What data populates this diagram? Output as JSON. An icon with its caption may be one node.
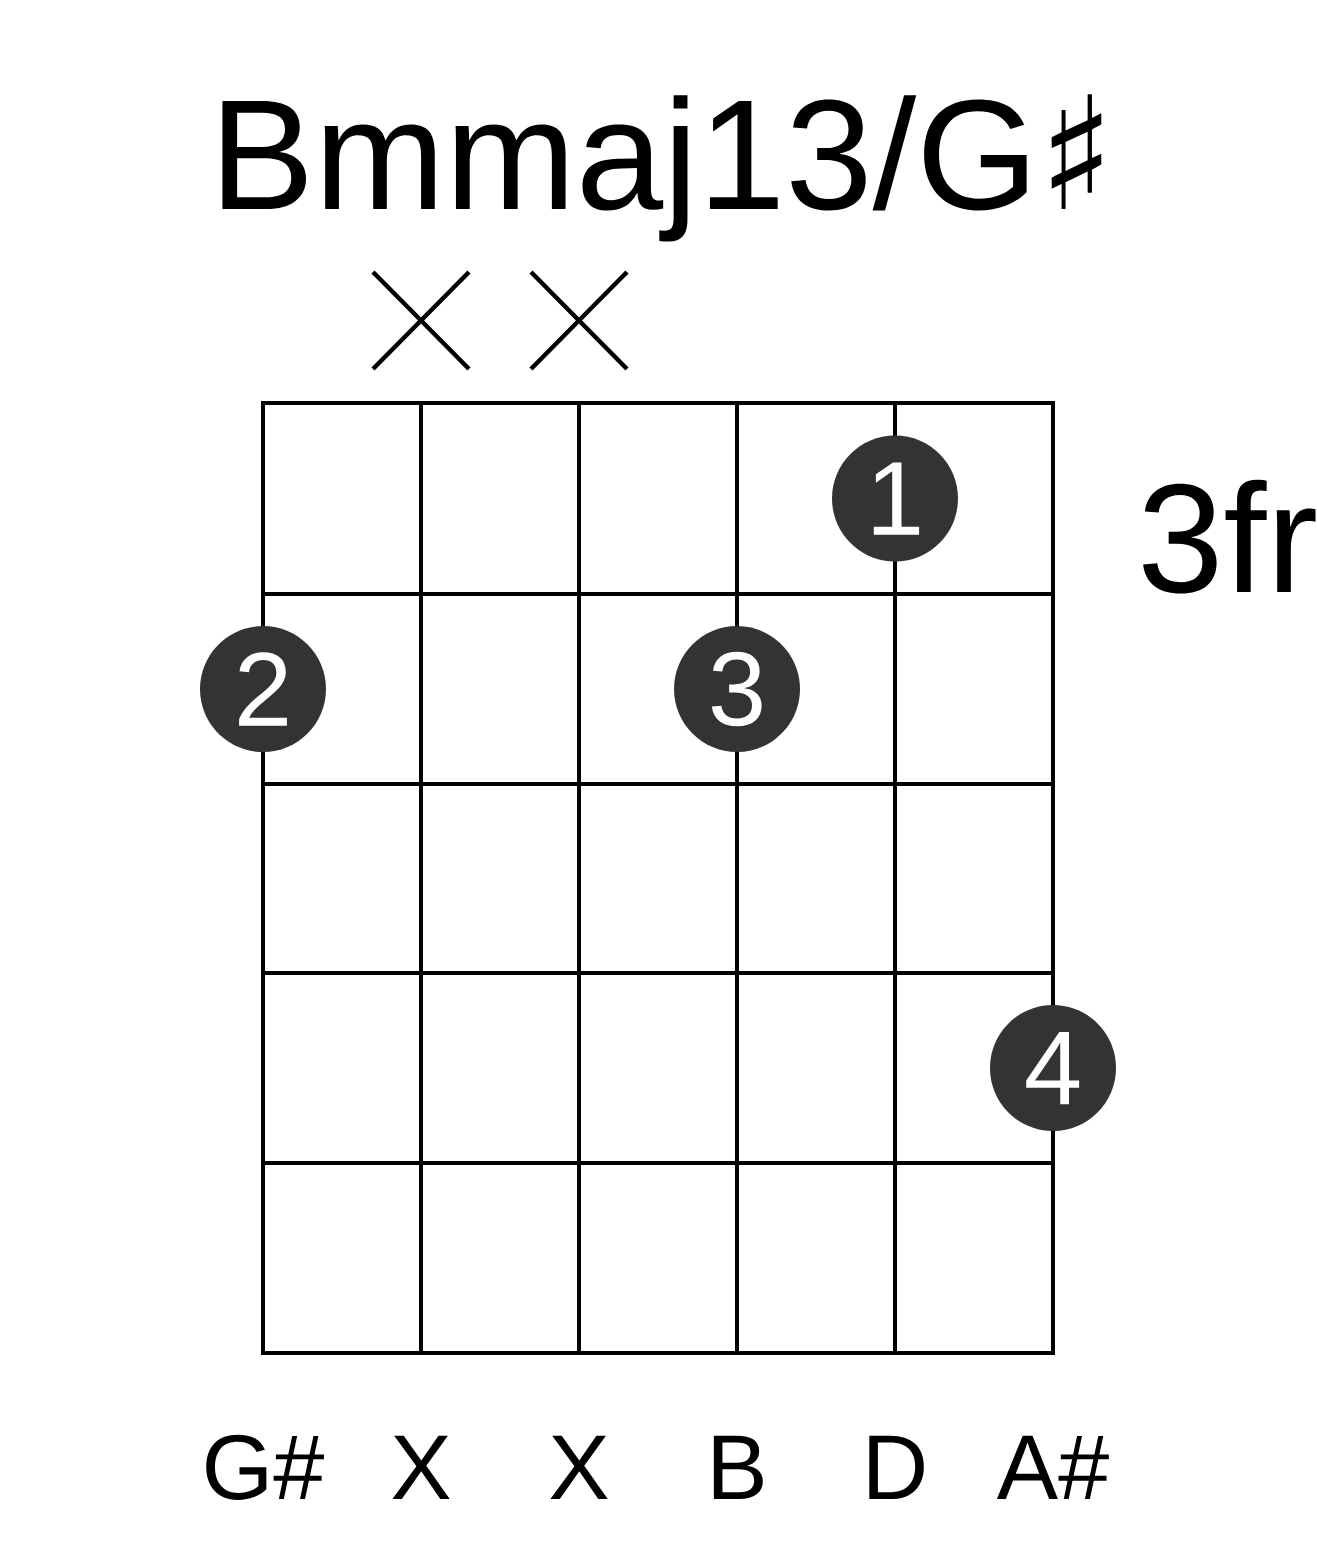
{
  "diagram": {
    "title": "Bmmaj13/G♯",
    "nodes": [
      {
        "text": [
          "1"
        ]
      },
      {
        "text": [
          "2"
        ]
      },
      {
        "text": [
          "3"
        ]
      },
      {
        "text": [
          "4"
        ]
      }
    ],
    "labels": [
      "3fr",
      "G#",
      "X",
      "X",
      "B",
      "D",
      "A#"
    ]
  }
}
